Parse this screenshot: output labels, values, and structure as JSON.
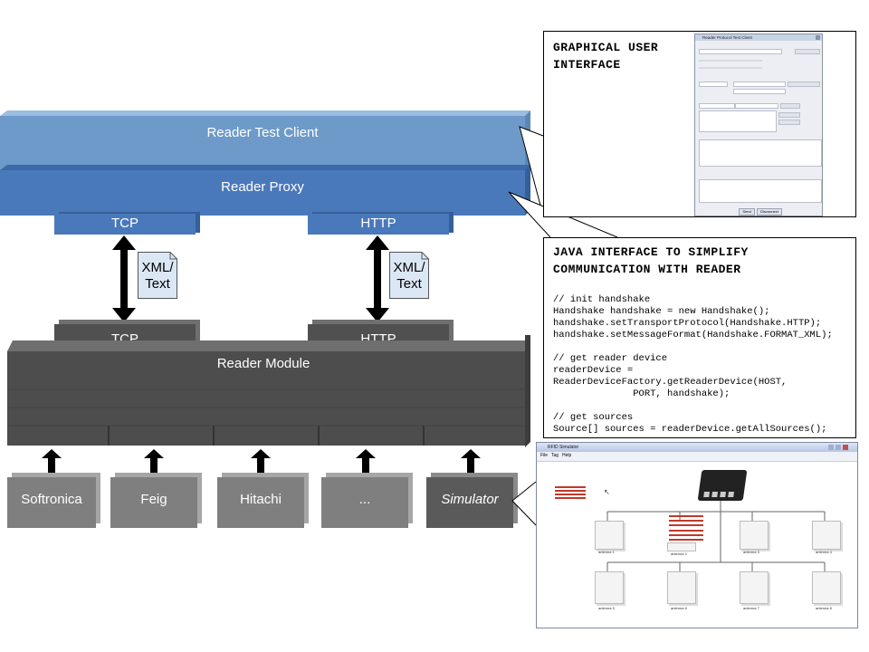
{
  "layers": {
    "test_client": "Reader Test Client",
    "proxy": "Reader Proxy",
    "proxy_tcp": "TCP",
    "proxy_http": "HTTP",
    "module": "Reader Module",
    "module_tcp": "TCP",
    "module_http": "HTTP"
  },
  "connections": {
    "tcp_note": "XML/\nText",
    "http_note": "XML/\nText"
  },
  "drivers": [
    "Softronica",
    "Feig",
    "Hitachi",
    "...",
    "Simulator"
  ],
  "callouts": {
    "gui": {
      "title": "GRAPHICAL USER\nINTERFACE",
      "window_title": "Reader Protocol Test Client",
      "send_label": "Send",
      "disconnect_label": "Disconnect"
    },
    "java": {
      "title": "JAVA INTERFACE TO SIMPLIFY\nCOMMUNICATION WITH READER",
      "code": "// init handshake\nHandshake handshake = new Handshake();\nhandshake.setTransportProtocol(Handshake.HTTP);\nhandshake.setMessageFormat(Handshake.FORMAT_XML);\n\n// get reader device\nreaderDevice =\nReaderDeviceFactory.getReaderDevice(HOST,\n              PORT, handshake);\n\n// get sources\nSource[] sources = readerDevice.getAllSources();"
    },
    "simulator": {
      "window_title": "RFID Simulator",
      "menu": [
        "File",
        "Tag",
        "Help"
      ],
      "antennas": [
        "antenna 1",
        "antenna 2",
        "antenna 3",
        "antenna 4",
        "antenna 5",
        "antenna 6",
        "antenna 7",
        "antenna 8"
      ]
    }
  },
  "colors": {
    "test_client": "#6d9ac9",
    "proxy": "#4a79bb",
    "module": "#4d4d4d",
    "driver": "#7f7f7f",
    "simulator": "#5a5a5a"
  }
}
